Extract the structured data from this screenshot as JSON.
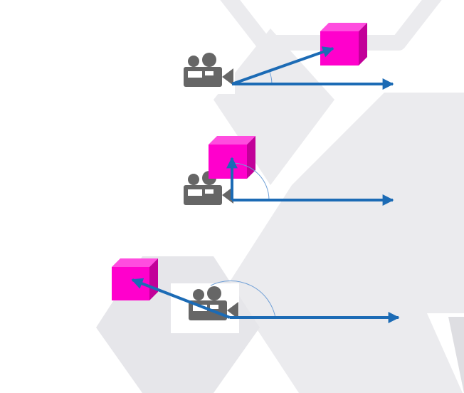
{
  "colors": {
    "background": "#ffffff",
    "hex_pattern": "#ebebee",
    "hex_pattern_dark": "#e2e2e6",
    "camera": "#666666",
    "cube_front": "#ff00cc",
    "cube_top": "#ff4ddf",
    "cube_side": "#c20099",
    "arrow": "#1c6bb5",
    "angle_arc": "#6f9fd6"
  },
  "icons": {
    "camera": "video-camera-icon",
    "object": "cube-icon"
  },
  "diagrams": [
    {
      "id": "small-angle",
      "angle_shown": false
    },
    {
      "id": "right-angle",
      "angle_shown": true
    },
    {
      "id": "obtuse-angle",
      "angle_shown": true
    }
  ]
}
